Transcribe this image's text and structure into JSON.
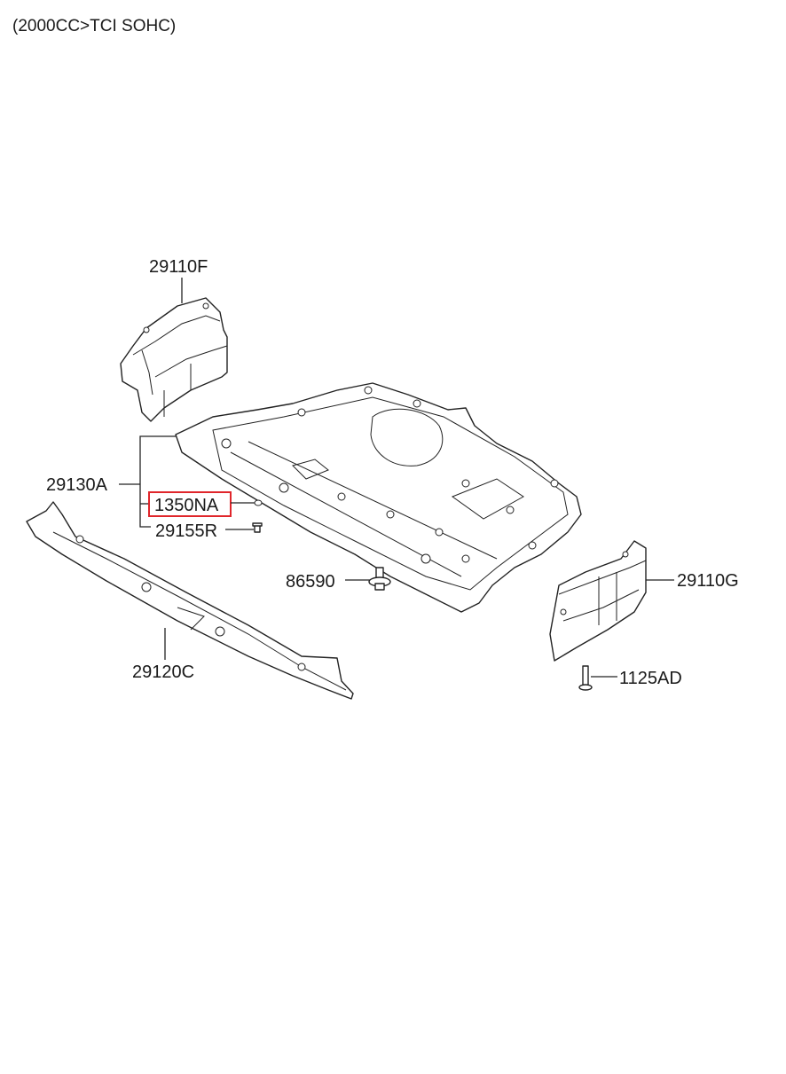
{
  "title": "(2000CC>TCI SOHC)",
  "highlight_color": "#e0262b",
  "labels": {
    "p29110F": "29110F",
    "p29130A": "29130A",
    "p1350NA": "1350NA",
    "p29155R": "29155R",
    "p86590": "86590",
    "p29110G": "29110G",
    "p29120C": "29120C",
    "p1125AD": "1125AD"
  },
  "highlighted_part": "1350NA"
}
